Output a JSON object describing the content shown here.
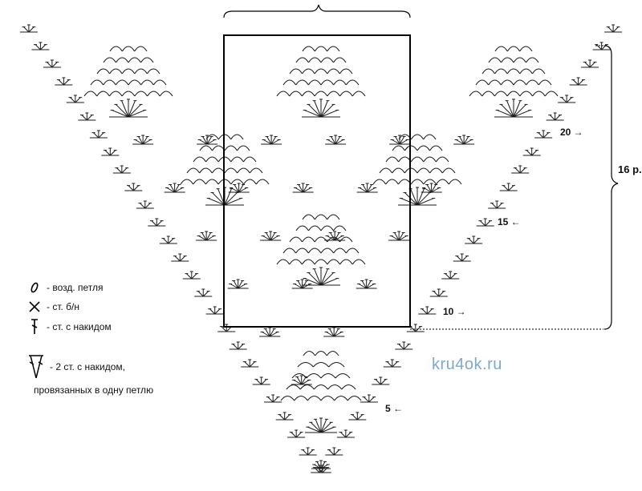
{
  "legend": {
    "chain": "- возд. петля",
    "single_crochet": "- ст. б/н",
    "double_crochet": "- ст. с накидом",
    "dc2tog_line1": "- 2 ст. с накидом,",
    "dc2tog_line2": "провязанных в одну петлю"
  },
  "row_markers": {
    "r20": "20 →",
    "r16": "16 р.",
    "r15": "15 ←",
    "r10": "10 →",
    "r5": "5 ←"
  },
  "watermark": "kru4ok.ru",
  "colors": {
    "ink": "#1a1a1a",
    "watermark": "#7fa9c4"
  }
}
